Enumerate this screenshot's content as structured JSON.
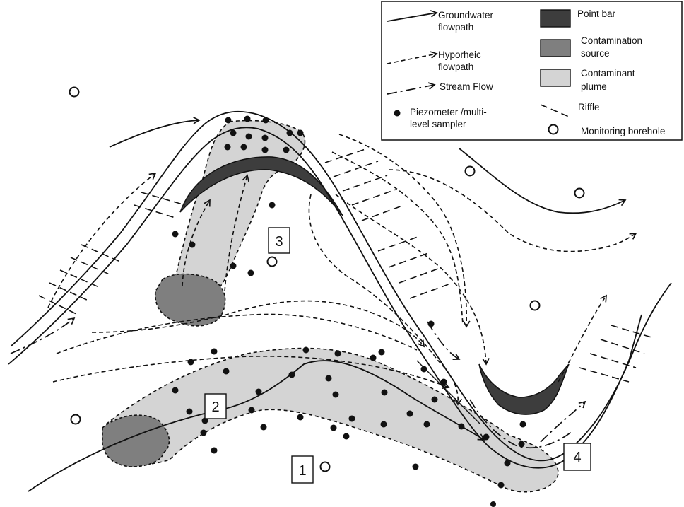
{
  "legend": {
    "groundwater": "Groundwater flowpath",
    "groundwater_l1": "Groundwater",
    "groundwater_l2": "flowpath",
    "hyporheic_l1": "Hyporheic",
    "hyporheic_l2": "flowpath",
    "stream_flow": "Stream Flow",
    "piezometer_l1": "Piezometer /multi-",
    "piezometer_l2": "level sampler",
    "point_bar": "Point bar",
    "contamination_l1": "Contamination",
    "contamination_l2": "source",
    "plume_l1": "Contaminant",
    "plume_l2": "plume",
    "riffle": "Riffle",
    "borehole": "Monitoring borehole"
  },
  "site_labels": [
    "1",
    "2",
    "3",
    "4"
  ],
  "colors": {
    "point_bar": "#3d3d3d",
    "contamination_source": "#7f7f7f",
    "contaminant_plume": "#d4d4d4",
    "line": "#111111"
  }
}
